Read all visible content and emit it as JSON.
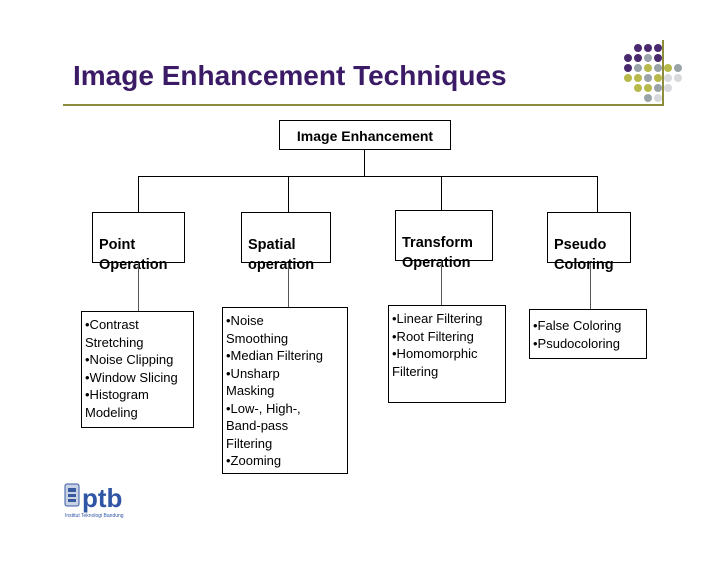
{
  "slide": {
    "title": "Image Enhancement Techniques",
    "accent_colors": {
      "title": "#3b1b66",
      "rule": "#8c8c3c",
      "dot_purple": "#4a2a6e",
      "dot_olive": "#b7b94a",
      "dot_gray": "#9aa3a8"
    }
  },
  "diagram": {
    "root": "Image Enhancement",
    "categories": [
      {
        "label": "Point\nOperation",
        "items": [
          "•Contrast\nStretching",
          "•Noise Clipping",
          "•Window Slicing",
          "•Histogram\nModeling"
        ]
      },
      {
        "label": "Spatial\noperation",
        "items": [
          "•Noise\nSmoothing",
          "•Median Filtering",
          "•Unsharp\nMasking",
          "•Low-, High-,\nBand-pass\nFiltering",
          "•Zooming"
        ]
      },
      {
        "label": "Transform\nOperation",
        "items": [
          "•Linear Filtering",
          "•Root Filtering",
          "•Homomorphic\nFiltering"
        ]
      },
      {
        "label": "Pseudo\nColoring",
        "items": [
          "•False Coloring",
          "•Psudocoloring"
        ]
      }
    ]
  },
  "logo": {
    "text": "ptb",
    "caption": "Institut Teknologi Bandung",
    "icon": "itb-logo-icon"
  }
}
